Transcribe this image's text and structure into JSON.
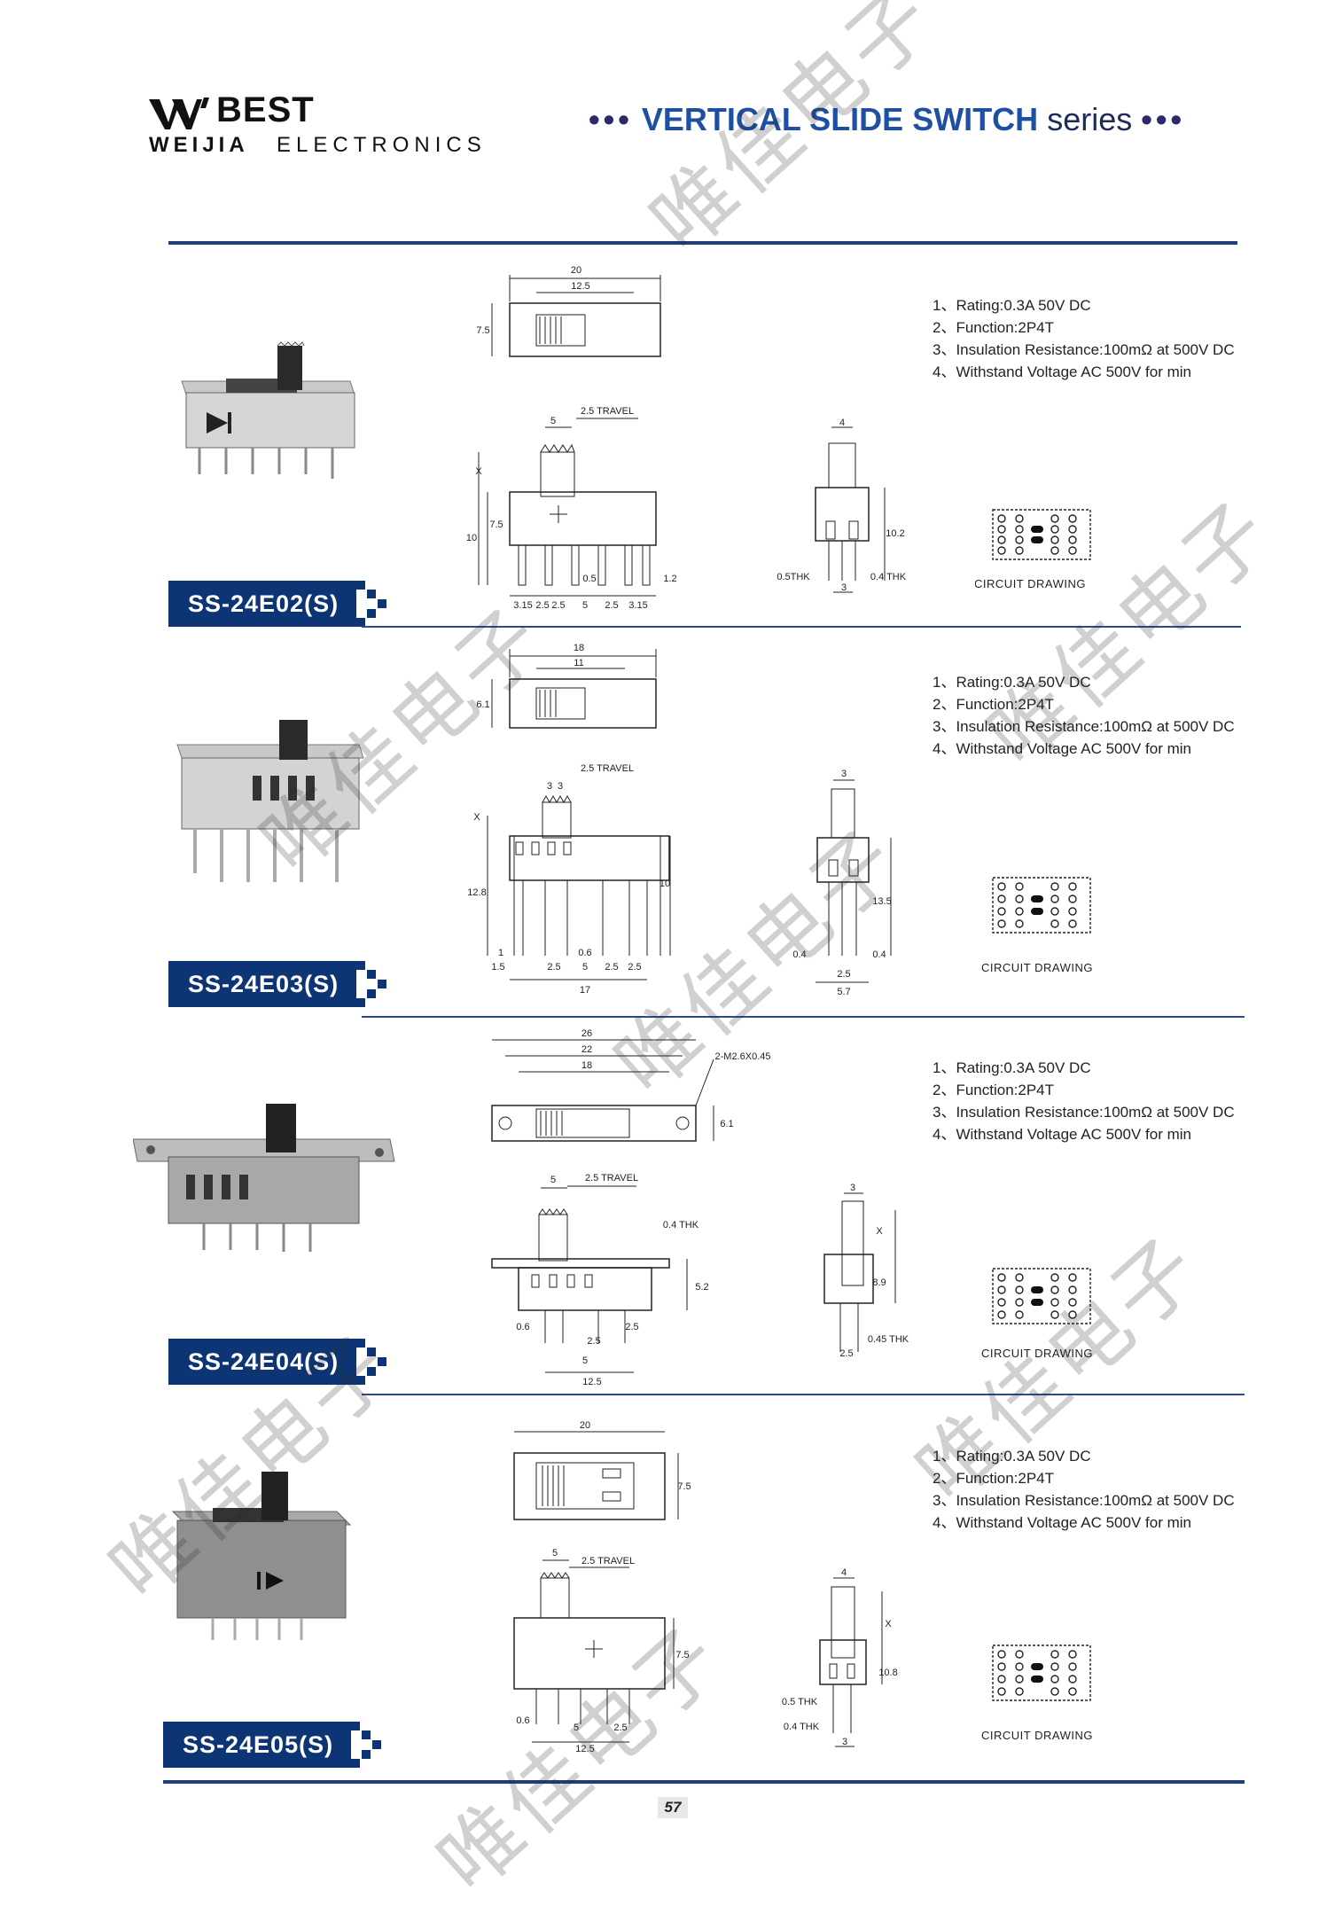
{
  "header": {
    "brand": "BEST",
    "company_bold": "WEIJIA",
    "company_rest": "ELECTRONICS",
    "series_dots_left": "•••",
    "series_title": "VERTICAL SLIDE SWITCH",
    "series_suffix": "series",
    "series_dots_right": "•••"
  },
  "products": [
    {
      "model": "SS-24E02(S)",
      "specs": [
        "1、Rating:0.3A 50V DC",
        "2、Function:2P4T",
        "3、Insulation Resistance:100mΩ at 500V DC",
        "4、Withstand Voltage AC 500V for min"
      ],
      "top_view_dims": [
        "20",
        "12.5",
        "7.5"
      ],
      "front_view_dims": [
        "5",
        "2.5 TRAVEL",
        "X",
        "10",
        "7.5",
        "0.5",
        "1.2",
        "3.15",
        "2.5",
        "2.5",
        "5",
        "2.5",
        "3.15"
      ],
      "side_view_dims": [
        "4",
        "10.2",
        "0.5THK",
        "0.4 THK",
        "3"
      ],
      "circuit_label": "CIRCUIT DRAWING"
    },
    {
      "model": "SS-24E03(S)",
      "specs": [
        "1、Rating:0.3A 50V DC",
        "2、Function:2P4T",
        "3、Insulation Resistance:100mΩ at 500V DC",
        "4、Withstand Voltage AC 500V for min"
      ],
      "top_view_dims": [
        "18",
        "11",
        "6.1"
      ],
      "front_view_dims": [
        "3",
        "3",
        "2.5 TRAVEL",
        "X",
        "12.8",
        "10",
        "1",
        "0.6",
        "1.5",
        "2.5",
        "5",
        "2.5",
        "2.5",
        "17"
      ],
      "side_view_dims": [
        "3",
        "13.5",
        "0.4",
        "0.4",
        "2.5",
        "5.7"
      ],
      "circuit_label": "CIRCUIT DRAWING"
    },
    {
      "model": "SS-24E04(S)",
      "specs": [
        "1、Rating:0.3A 50V DC",
        "2、Function:2P4T",
        "3、Insulation Resistance:100mΩ at 500V DC",
        "4、Withstand Voltage AC 500V for min"
      ],
      "top_view_dims": [
        "26",
        "22",
        "18",
        "2-M2.6X0.45",
        "6.1"
      ],
      "front_view_dims": [
        "5",
        "2.5 TRAVEL",
        "0.4 THK",
        "5.2",
        "0.6",
        "2.5",
        "2.5",
        "5",
        "12.5"
      ],
      "side_view_dims": [
        "3",
        "X",
        "8.9",
        "0.45 THK",
        "2.5"
      ],
      "circuit_label": "CIRCUIT DRAWING"
    },
    {
      "model": "SS-24E05(S)",
      "specs": [
        "1、Rating:0.3A 50V DC",
        "2、Function:2P4T",
        "3、Insulation Resistance:100mΩ at 500V DC",
        "4、Withstand Voltage AC 500V for min"
      ],
      "top_view_dims": [
        "20",
        "7.5"
      ],
      "front_view_dims": [
        "5",
        "2.5 TRAVEL",
        "7.5",
        "0.6",
        "5",
        "2.5",
        "12.5"
      ],
      "side_view_dims": [
        "4",
        "X",
        "10.8",
        "0.5 THK",
        "0.4 THK",
        "3"
      ],
      "circuit_label": "CIRCUIT DRAWING"
    }
  ],
  "page_number": "57",
  "watermark": "唯佳电子",
  "colors": {
    "accent": "#1f4fa3",
    "tag_bg": "#0d3576",
    "rule": "#1e3f7a"
  }
}
